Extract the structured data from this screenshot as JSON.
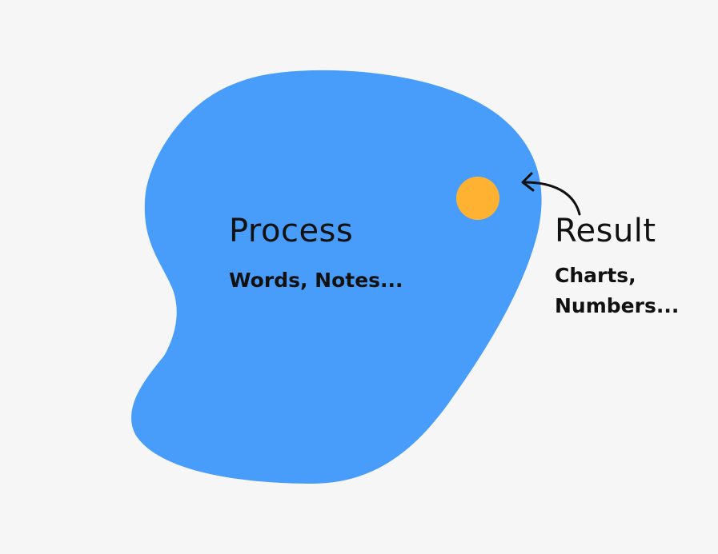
{
  "colors": {
    "background": "#f6f6f6",
    "blob": "#479df9",
    "dot": "#ffb232",
    "text": "#111111",
    "arrow": "#111111"
  },
  "process": {
    "title": "Process",
    "subtitle": "Words, Notes..."
  },
  "result": {
    "title": "Result",
    "subtitle_line1": "Charts,",
    "subtitle_line2": "Numbers..."
  }
}
